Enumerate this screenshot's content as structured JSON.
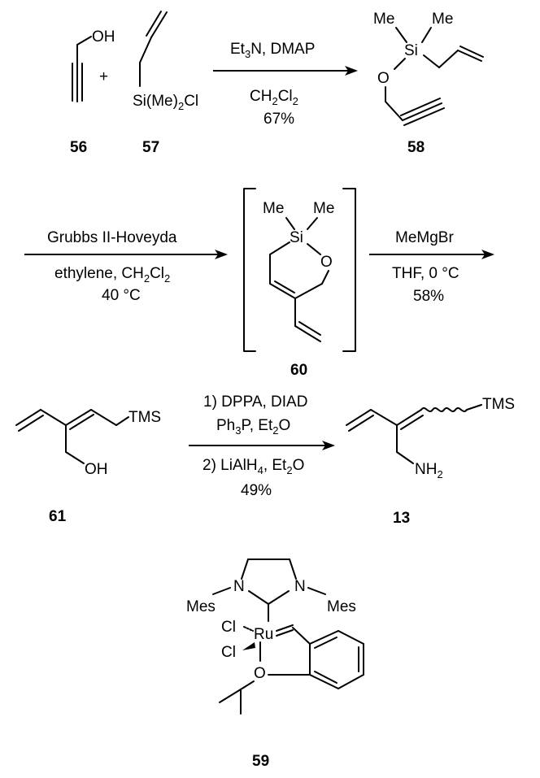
{
  "row1": {
    "plus": "+",
    "cmpd56": {
      "oh": "OH",
      "number": "56"
    },
    "cmpd57": {
      "si_prefix": "Si(Me)",
      "si_sub": "2",
      "si_suffix": "Cl",
      "number": "57"
    },
    "arrow1": {
      "above_a": "Et",
      "above_a_sub": "3",
      "above_b": "N, DMAP",
      "below_a": "CH",
      "below_a_sub1": "2",
      "below_b": "Cl",
      "below_b_sub": "2",
      "yield": "67%"
    },
    "cmpd58": {
      "me1": "Me",
      "me2": "Me",
      "si": "Si",
      "o": "O",
      "number": "58"
    }
  },
  "row2": {
    "arrow2": {
      "above": "Grubbs II-Hoveyda",
      "below_a": "ethylene, CH",
      "below_a_sub": "2",
      "below_b": "Cl",
      "below_b_sub": "2",
      "temp": "40 °C"
    },
    "cmpd60": {
      "me1": "Me",
      "me2": "Me",
      "si": "Si",
      "o": "O",
      "number": "60"
    },
    "arrow3": {
      "above": "MeMgBr",
      "below": "THF, 0 °C",
      "yield": "58%"
    }
  },
  "row3": {
    "cmpd61": {
      "tms": "TMS",
      "oh": "OH",
      "number": "61"
    },
    "arrow4": {
      "line1": "1) DPPA, DIAD",
      "line2_a": "Ph",
      "line2_a_sub": "3",
      "line2_b": "P, Et",
      "line2_b_sub": "2",
      "line2_c": "O",
      "line3_a": "2) LiAlH",
      "line3_a_sub": "4",
      "line3_b": ", Et",
      "line3_b_sub": "2",
      "line3_c": "O",
      "yield": "49%"
    },
    "cmpd13": {
      "tms": "TMS",
      "nh": "NH",
      "nh_sub": "2",
      "number": "13"
    }
  },
  "catalyst59": {
    "mes1": "Mes",
    "mes2": "Mes",
    "n1": "N",
    "n2": "N",
    "cl1": "Cl",
    "cl2": "Cl",
    "ru": "Ru",
    "o": "O",
    "number": "59"
  }
}
